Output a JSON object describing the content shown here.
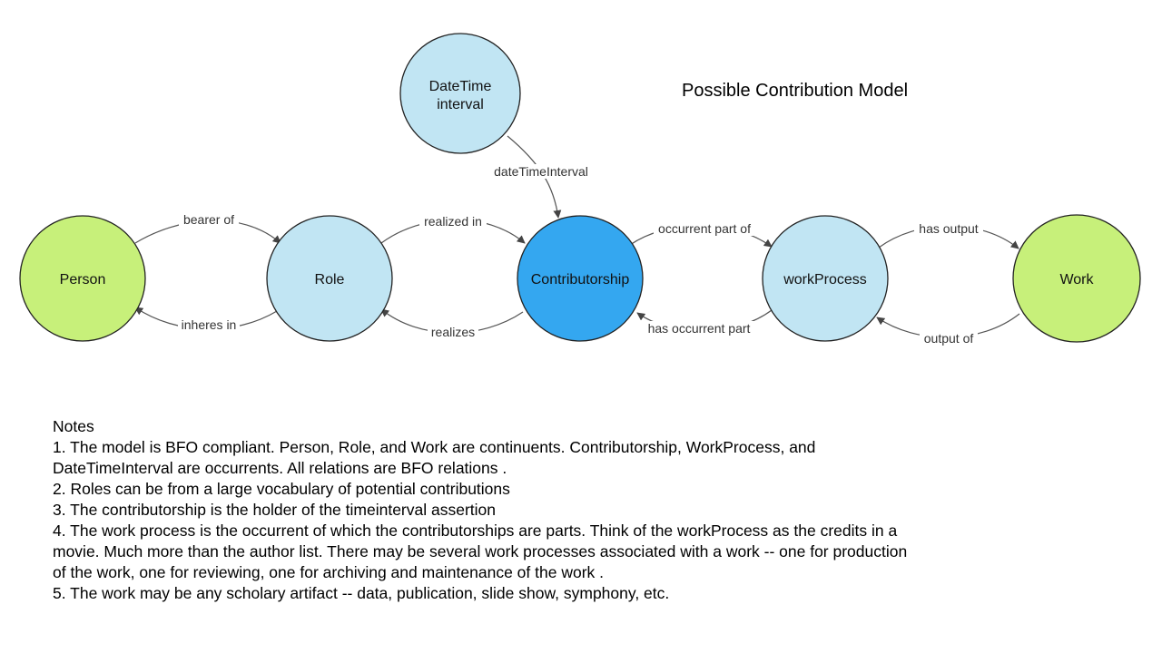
{
  "title": "Possible Contribution Model",
  "colors": {
    "continuant": "#c7f07a",
    "occurrent": "#c1e5f3",
    "highlight": "#34a7f0",
    "stroke": "#222222",
    "edge": "#555555"
  },
  "nodes": [
    {
      "id": "person",
      "label": "Person",
      "kind": "continuant"
    },
    {
      "id": "role",
      "label": "Role",
      "kind": "occurrent"
    },
    {
      "id": "contributorship",
      "label": "Contributorship",
      "kind": "highlight"
    },
    {
      "id": "workprocess",
      "label": "workProcess",
      "kind": "occurrent"
    },
    {
      "id": "work",
      "label": "Work",
      "kind": "continuant"
    },
    {
      "id": "datetime",
      "label": "DateTime interval",
      "lines": [
        "DateTime",
        "interval"
      ],
      "kind": "occurrent"
    }
  ],
  "edges": [
    {
      "from": "person",
      "to": "role",
      "label": "bearer of"
    },
    {
      "from": "role",
      "to": "person",
      "label": "inheres in"
    },
    {
      "from": "role",
      "to": "contributorship",
      "label": "realized in"
    },
    {
      "from": "contributorship",
      "to": "role",
      "label": "realizes"
    },
    {
      "from": "contributorship",
      "to": "workprocess",
      "label": "occurrent part of"
    },
    {
      "from": "workprocess",
      "to": "contributorship",
      "label": "has occurrent part"
    },
    {
      "from": "workprocess",
      "to": "work",
      "label": "has output"
    },
    {
      "from": "work",
      "to": "workprocess",
      "label": "output of"
    },
    {
      "from": "datetime",
      "to": "contributorship",
      "label": "dateTimeInterval"
    }
  ],
  "notes": {
    "heading": "Notes",
    "lines": [
      "1. The model is BFO compliant.  Person, Role, and Work are continuents.  Contributorship, WorkProcess, and",
      "DateTimeInterval are occurrents. All relations are BFO relations   .",
      "2. Roles can be from a large vocabulary of potential contributions",
      "3. The contributorship is the holder of the timeinterval assertion",
      "4. The work process is the occurrent of which the contributorships are parts.  Think of the workProcess as the credits in a",
      "movie.  Much more than the author list. There may be several work processes associated with a work -- one for production",
      "of the work, one for reviewing, one for archiving and maintenance of the work    .",
      "5. The work may be any scholary artifact -- data, publication, slide show, symphony, etc."
    ]
  }
}
